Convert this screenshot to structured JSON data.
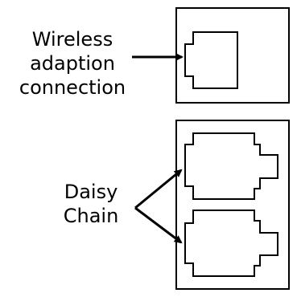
{
  "labels": {
    "wireless": [
      "Wireless",
      "adaption",
      "connection"
    ],
    "daisy": [
      "Daisy",
      "Chain"
    ]
  },
  "colors": {
    "stroke": "#000000",
    "background": "#ffffff"
  }
}
